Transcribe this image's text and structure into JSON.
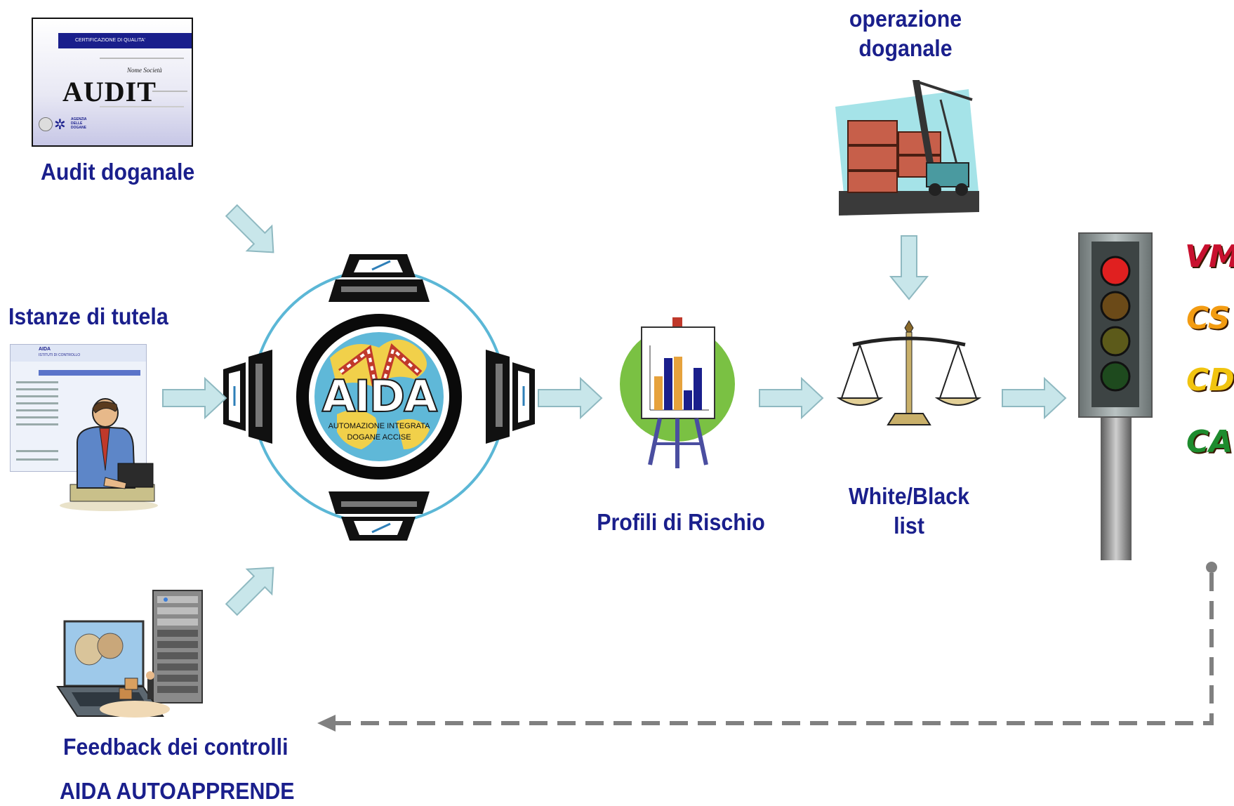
{
  "labels": {
    "audit": "Audit doganale",
    "istanze": "Istanze di tutela",
    "feedback": "Feedback dei controlli",
    "autoapprende": "AIDA AUTOAPPRENDE",
    "profili": "Profili di Rischio",
    "whiteblack_1": "White/Black",
    "whiteblack_2": "list",
    "operazione_1": "operazione",
    "operazione_2": "doganale"
  },
  "audit_doc": {
    "header": "CERTIFICAZIONE DI QUALITA'",
    "word": "AUDIT",
    "company": "Nome Società",
    "agency": "AGENZIA DELLE DOGANE"
  },
  "aida": {
    "logo": "AIDA",
    "line1": "AUTOMAZIONE INTEGRATA",
    "line2": "DOGANE ACCISE"
  },
  "form_doc": {
    "title": "AIDA",
    "subtitle": "ISTITUTI DI CONTROLLO"
  },
  "signals": [
    {
      "code": "VM",
      "color": "#c8102e"
    },
    {
      "code": "CS",
      "color": "#f39c12"
    },
    {
      "code": "CD",
      "color": "#f1c40f"
    },
    {
      "code": "CA",
      "color": "#1e8c2e"
    }
  ],
  "colors": {
    "label": "#1a1f8c",
    "arrow_fill": "#c8e6ea",
    "arrow_stroke": "#8fb9c1",
    "circle": "#5bb7d6",
    "dashed": "#808080"
  }
}
